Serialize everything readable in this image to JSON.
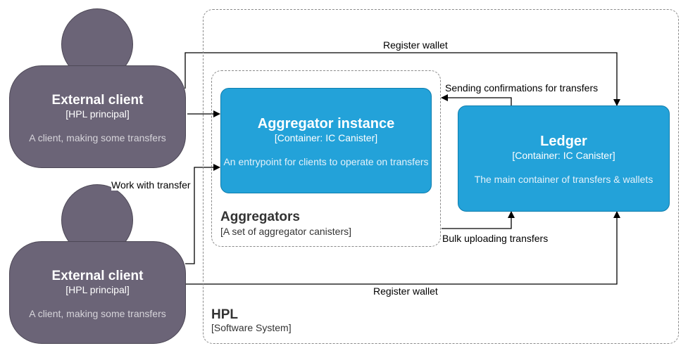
{
  "boundaries": {
    "hpl": {
      "title": "HPL",
      "subtitle": "[Software System]"
    },
    "aggregators": {
      "title": "Aggregators",
      "subtitle": "[A set of aggregator canisters]"
    }
  },
  "persons": [
    {
      "title": "External client",
      "subtitle": "[HPL principal]",
      "description": "A client, making some transfers"
    },
    {
      "title": "External client",
      "subtitle": "[HPL principal]",
      "description": "A client, making some transfers"
    }
  ],
  "containers": {
    "aggregator": {
      "title": "Aggregator instance",
      "subtitle": "[Container: IC Canister]",
      "description": "An entrypoint for clients to operate on transfers"
    },
    "ledger": {
      "title": "Ledger",
      "subtitle": "[Container: IC Canister]",
      "description": "The main container of transfers & wallets"
    }
  },
  "edges": {
    "register_wallet_top": "Register wallet",
    "sending_confirmations": "Sending confirmations for transfers",
    "work_with_transfer": "Work with transfer",
    "bulk_uploading": "Bulk uploading transfers",
    "register_wallet_bottom": "Register wallet"
  },
  "colors": {
    "person": "#6b6477",
    "container": "#23a2d9",
    "boundary": "#8a8a8a",
    "edge": "#000000"
  }
}
